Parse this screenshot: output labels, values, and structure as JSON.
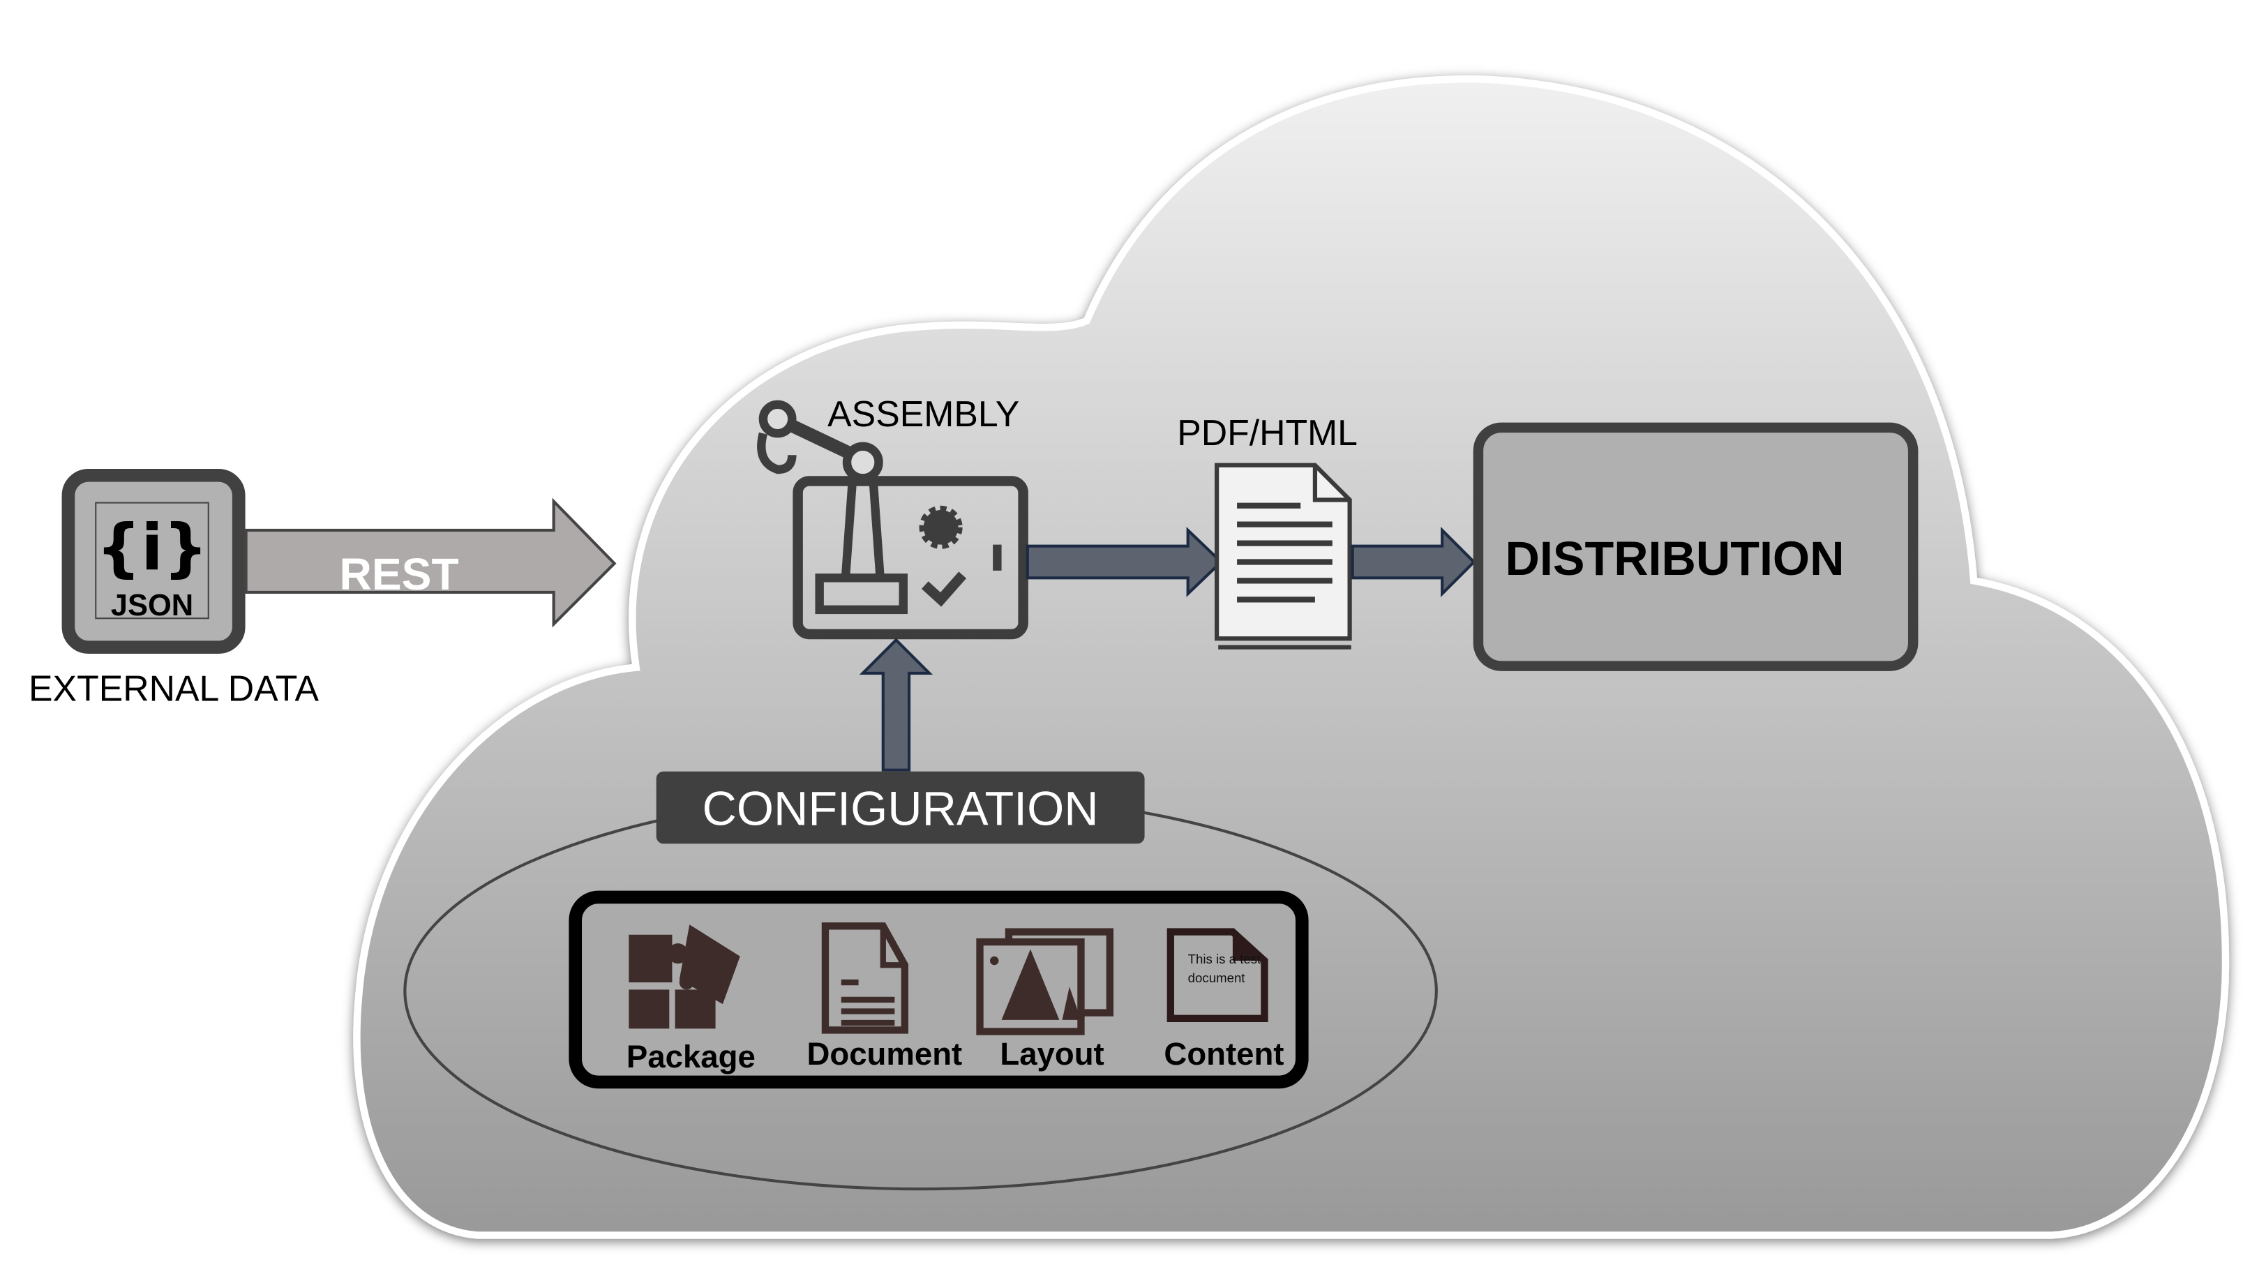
{
  "external": {
    "label": "EXTERNAL DATA",
    "icon_text": "JSON",
    "icon_glyph": "{i}"
  },
  "rest": {
    "label": "REST"
  },
  "assembly": {
    "label": "ASSEMBLY"
  },
  "output": {
    "label": "PDF/HTML"
  },
  "distribution": {
    "label": "DISTRIBUTION"
  },
  "configuration": {
    "label": "CONFIGURATION",
    "items": [
      {
        "label": "Package",
        "icon": "puzzle-icon"
      },
      {
        "label": "Document",
        "icon": "document-icon"
      },
      {
        "label": "Layout",
        "icon": "image-stack-icon"
      },
      {
        "label": "Content",
        "icon": "content-document-icon",
        "sample_text_1": "This is a test",
        "sample_text_2": "document"
      }
    ]
  },
  "colors": {
    "dark": "#404040",
    "icon_brown": "#3e2c2a",
    "arrow_fill": "#a9a6a5",
    "box_fill": "#b0b0b0"
  }
}
